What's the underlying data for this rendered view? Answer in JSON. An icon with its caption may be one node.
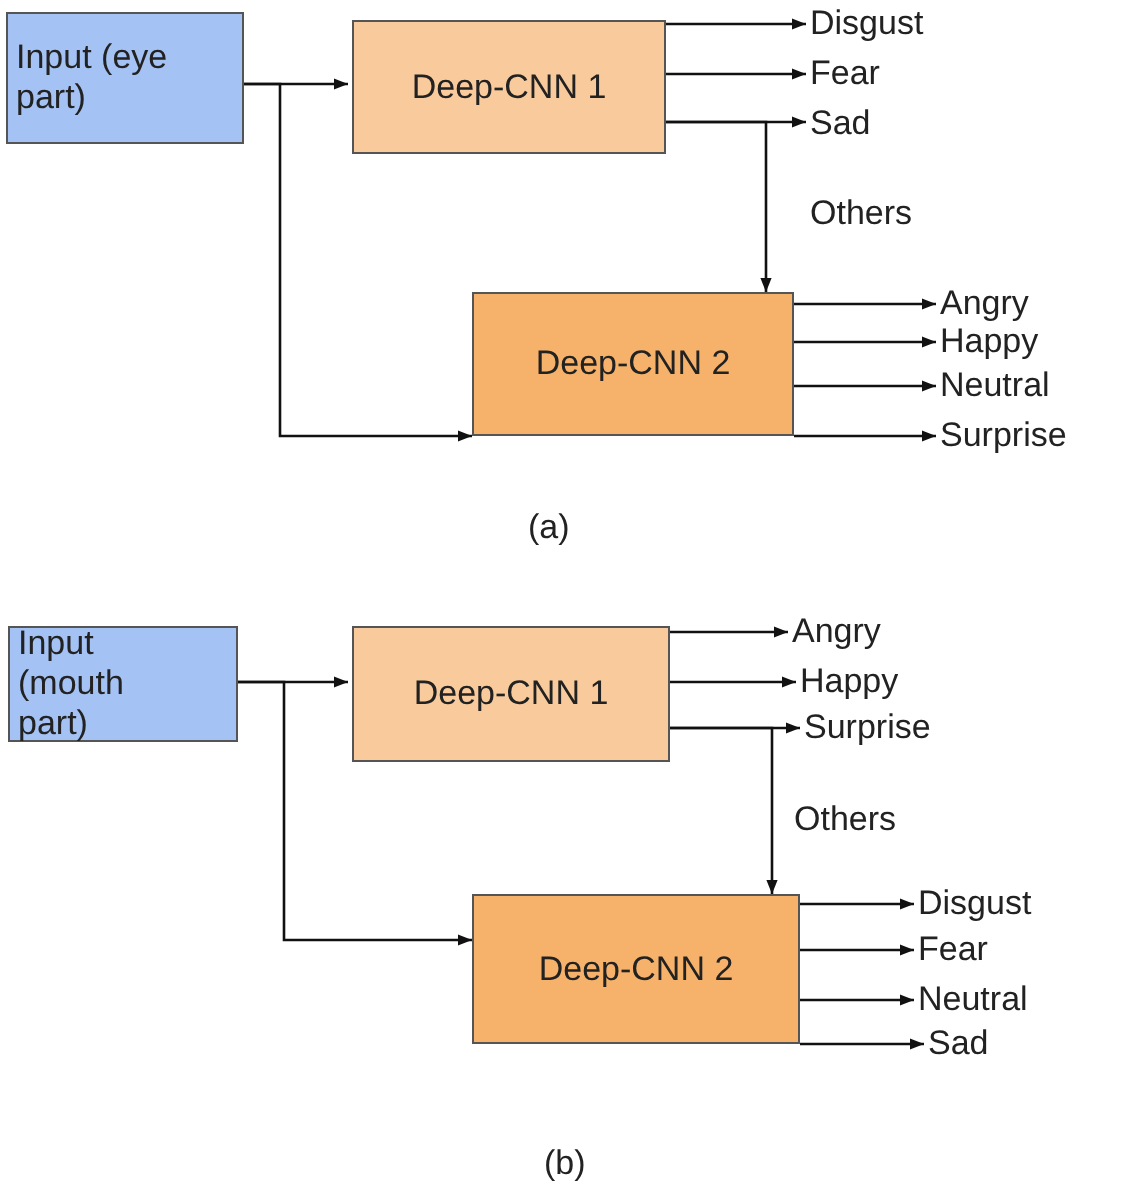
{
  "diagram": {
    "nodes": [
      {
        "text": [
          "Input (eye part)"
        ]
      },
      {
        "text": [
          "Deep-CNN 1"
        ]
      },
      {
        "text": [
          "Deep-CNN 2"
        ]
      },
      {
        "text": [
          "Disgust"
        ]
      },
      {
        "text": [
          "Fear"
        ]
      },
      {
        "text": [
          "Sad"
        ]
      },
      {
        "text": [
          "Angry"
        ]
      },
      {
        "text": [
          "Happy"
        ]
      },
      {
        "text": [
          "Neutral"
        ]
      },
      {
        "text": [
          "Surprise"
        ]
      },
      {
        "text": [
          "Input (mouth part)"
        ]
      },
      {
        "text": [
          "Deep-CNN 1"
        ]
      },
      {
        "text": [
          "Deep-CNN 2"
        ]
      },
      {
        "text": [
          "Angry"
        ]
      },
      {
        "text": [
          "Happy"
        ]
      },
      {
        "text": [
          "Surprise"
        ]
      },
      {
        "text": [
          "Disgust"
        ]
      },
      {
        "text": [
          "Fear"
        ]
      },
      {
        "text": [
          "Neutral"
        ]
      },
      {
        "text": [
          "Sad"
        ]
      }
    ],
    "edges": [
      {
        "from": 0,
        "to": 1,
        "arrow": "to"
      },
      {
        "from": 0,
        "to": 2,
        "arrow": "to"
      },
      {
        "from": 1,
        "to": 3,
        "arrow": "to"
      },
      {
        "from": 1,
        "to": 4,
        "arrow": "to"
      },
      {
        "from": 1,
        "to": 5,
        "arrow": "to"
      },
      {
        "from": 1,
        "to": 2,
        "arrow": "to",
        "label": "Others"
      },
      {
        "from": 2,
        "to": 6,
        "arrow": "to"
      },
      {
        "from": 2,
        "to": 7,
        "arrow": "to"
      },
      {
        "from": 2,
        "to": 8,
        "arrow": "to"
      },
      {
        "from": 2,
        "to": 9,
        "arrow": "to"
      },
      {
        "from": 10,
        "to": 11,
        "arrow": "to"
      },
      {
        "from": 10,
        "to": 12,
        "arrow": "to"
      },
      {
        "from": 11,
        "to": 13,
        "arrow": "to"
      },
      {
        "from": 11,
        "to": 14,
        "arrow": "to"
      },
      {
        "from": 11,
        "to": 15,
        "arrow": "to"
      },
      {
        "from": 11,
        "to": 12,
        "arrow": "to",
        "label": "Others"
      },
      {
        "from": 12,
        "to": 16,
        "arrow": "to"
      },
      {
        "from": 12,
        "to": 17,
        "arrow": "to"
      },
      {
        "from": 12,
        "to": 18,
        "arrow": "to"
      },
      {
        "from": 12,
        "to": 19,
        "arrow": "to"
      }
    ],
    "labels": [
      "(a)",
      "(b)"
    ]
  }
}
